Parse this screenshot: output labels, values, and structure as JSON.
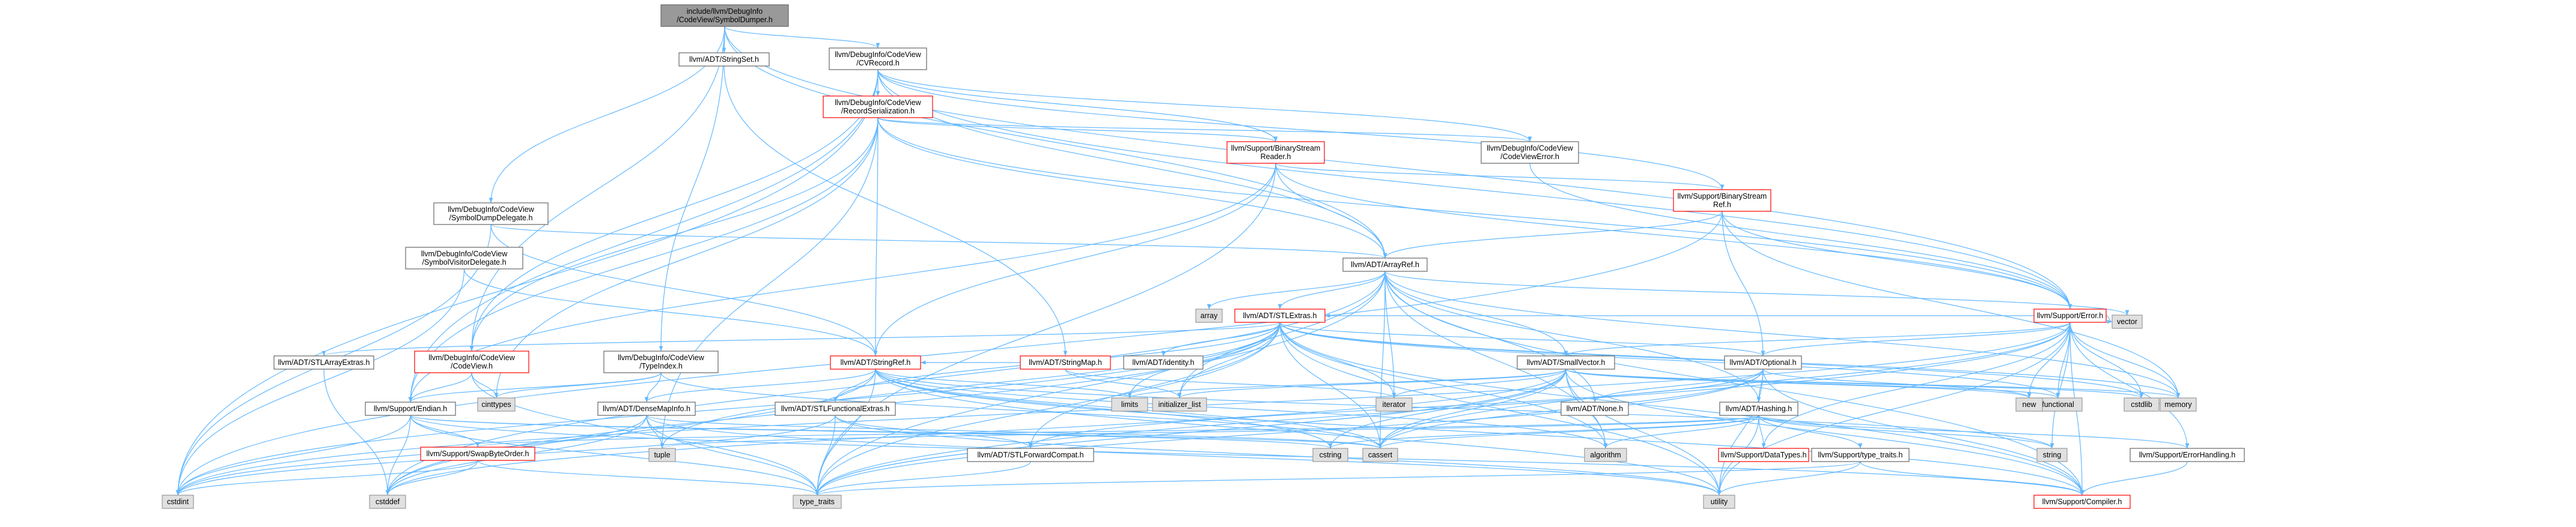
{
  "graph": {
    "colors": {
      "edge": "#63b8ff",
      "root_fill": "#999999",
      "header_fill": "#ffffff",
      "header_stroke": "#666666",
      "incomplete_stroke": "#ff0000",
      "system_fill": "#e0e0e0",
      "system_stroke": "#999999"
    },
    "nodes": [
      {
        "id": "root",
        "kind": "root",
        "lines": [
          "include/llvm/DebugInfo",
          "/CodeView/SymbolDumper.h"
        ]
      },
      {
        "id": "stringset",
        "kind": "header",
        "lines": [
          "llvm/ADT/StringSet.h"
        ]
      },
      {
        "id": "cvrecord",
        "kind": "header",
        "lines": [
          "llvm/DebugInfo/CodeView",
          "/CVRecord.h"
        ]
      },
      {
        "id": "recser",
        "kind": "incomplete",
        "lines": [
          "llvm/DebugInfo/CodeView",
          "/RecordSerialization.h"
        ]
      },
      {
        "id": "bsreader",
        "kind": "incomplete",
        "lines": [
          "llvm/Support/BinaryStream",
          "Reader.h"
        ]
      },
      {
        "id": "cverror",
        "kind": "header",
        "lines": [
          "llvm/DebugInfo/CodeView",
          "/CodeViewError.h"
        ]
      },
      {
        "id": "bsref",
        "kind": "incomplete",
        "lines": [
          "llvm/Support/BinaryStream",
          "Ref.h"
        ]
      },
      {
        "id": "symdumpdel",
        "kind": "header",
        "lines": [
          "llvm/DebugInfo/CodeView",
          "/SymbolDumpDelegate.h"
        ]
      },
      {
        "id": "arrayref",
        "kind": "header",
        "lines": [
          "llvm/ADT/ArrayRef.h"
        ]
      },
      {
        "id": "error",
        "kind": "incomplete",
        "lines": [
          "llvm/Support/Error.h"
        ]
      },
      {
        "id": "symvisdel",
        "kind": "header",
        "lines": [
          "llvm/DebugInfo/CodeView",
          "/SymbolVisitorDelegate.h"
        ]
      },
      {
        "id": "array",
        "kind": "system",
        "lines": [
          "array"
        ]
      },
      {
        "id": "stlextras",
        "kind": "incomplete",
        "lines": [
          "llvm/ADT/STLExtras.h"
        ]
      },
      {
        "id": "vector",
        "kind": "system",
        "lines": [
          "vector"
        ]
      },
      {
        "id": "stlarrayext",
        "kind": "header",
        "lines": [
          "llvm/ADT/STLArrayExtras.h"
        ]
      },
      {
        "id": "codeview",
        "kind": "incomplete",
        "lines": [
          "llvm/DebugInfo/CodeView",
          "/CodeView.h"
        ]
      },
      {
        "id": "typeindex",
        "kind": "header",
        "lines": [
          "llvm/DebugInfo/CodeView",
          "/TypeIndex.h"
        ]
      },
      {
        "id": "stringref",
        "kind": "incomplete",
        "lines": [
          "llvm/ADT/StringRef.h"
        ]
      },
      {
        "id": "stringmap",
        "kind": "incomplete",
        "lines": [
          "llvm/ADT/StringMap.h"
        ]
      },
      {
        "id": "identity",
        "kind": "header",
        "lines": [
          "llvm/ADT/identity.h"
        ]
      },
      {
        "id": "optional",
        "kind": "header",
        "lines": [
          "llvm/ADT/Optional.h"
        ]
      },
      {
        "id": "smallvector",
        "kind": "header",
        "lines": [
          "llvm/ADT/SmallVector.h"
        ]
      },
      {
        "id": "cinttypes",
        "kind": "system",
        "lines": [
          "cinttypes"
        ]
      },
      {
        "id": "limits",
        "kind": "system",
        "lines": [
          "limits"
        ]
      },
      {
        "id": "initlist",
        "kind": "system",
        "lines": [
          "initializer_list"
        ]
      },
      {
        "id": "iterator",
        "kind": "system",
        "lines": [
          "iterator"
        ]
      },
      {
        "id": "functional",
        "kind": "system",
        "lines": [
          "functional"
        ]
      },
      {
        "id": "new",
        "kind": "system",
        "lines": [
          "new"
        ]
      },
      {
        "id": "cstdlib",
        "kind": "system",
        "lines": [
          "cstdlib"
        ]
      },
      {
        "id": "memory",
        "kind": "system",
        "lines": [
          "memory"
        ]
      },
      {
        "id": "endian",
        "kind": "header",
        "lines": [
          "llvm/Support/Endian.h"
        ]
      },
      {
        "id": "densemapinfo",
        "kind": "header",
        "lines": [
          "llvm/ADT/DenseMapInfo.h"
        ]
      },
      {
        "id": "stlfuncext",
        "kind": "header",
        "lines": [
          "llvm/ADT/STLFunctionalExtras.h"
        ]
      },
      {
        "id": "none",
        "kind": "header",
        "lines": [
          "llvm/ADT/None.h"
        ]
      },
      {
        "id": "hashing",
        "kind": "header",
        "lines": [
          "llvm/ADT/Hashing.h"
        ]
      },
      {
        "id": "swapbyte",
        "kind": "incomplete",
        "lines": [
          "llvm/Support/SwapByteOrder.h"
        ]
      },
      {
        "id": "tuple",
        "kind": "system",
        "lines": [
          "tuple"
        ]
      },
      {
        "id": "cstring",
        "kind": "system",
        "lines": [
          "cstring"
        ]
      },
      {
        "id": "cassert",
        "kind": "system",
        "lines": [
          "cassert"
        ]
      },
      {
        "id": "algorithm",
        "kind": "system",
        "lines": [
          "algorithm"
        ]
      },
      {
        "id": "stlfwdcompat",
        "kind": "header",
        "lines": [
          "llvm/ADT/STLForwardCompat.h"
        ]
      },
      {
        "id": "datatypes",
        "kind": "incomplete",
        "lines": [
          "llvm/Support/DataTypes.h"
        ]
      },
      {
        "id": "typetraitsh",
        "kind": "header",
        "lines": [
          "llvm/Support/type_traits.h"
        ]
      },
      {
        "id": "string",
        "kind": "system",
        "lines": [
          "string"
        ]
      },
      {
        "id": "errhandling",
        "kind": "header",
        "lines": [
          "llvm/Support/ErrorHandling.h"
        ]
      },
      {
        "id": "cstdint",
        "kind": "system",
        "lines": [
          "cstdint"
        ]
      },
      {
        "id": "cstddef",
        "kind": "system",
        "lines": [
          "cstddef"
        ]
      },
      {
        "id": "type_traits",
        "kind": "system",
        "lines": [
          "type_traits"
        ]
      },
      {
        "id": "utility",
        "kind": "system",
        "lines": [
          "utility"
        ]
      },
      {
        "id": "compiler",
        "kind": "incomplete",
        "lines": [
          "llvm/Support/Compiler.h"
        ]
      }
    ],
    "edges": [
      [
        "root",
        "stringset"
      ],
      [
        "root",
        "cvrecord"
      ],
      [
        "root",
        "symdumpdel"
      ],
      [
        "root",
        "codeview"
      ],
      [
        "root",
        "typeindex"
      ],
      [
        "root",
        "arrayref"
      ],
      [
        "root",
        "error"
      ],
      [
        "stringset",
        "stringmap"
      ],
      [
        "cvrecord",
        "recser"
      ],
      [
        "cvrecord",
        "bsreader"
      ],
      [
        "cvrecord",
        "bsref"
      ],
      [
        "cvrecord",
        "cverror"
      ],
      [
        "cvrecord",
        "arrayref"
      ],
      [
        "cvrecord",
        "error"
      ],
      [
        "cvrecord",
        "cstdint"
      ],
      [
        "cvrecord",
        "codeview"
      ],
      [
        "cvrecord",
        "endian"
      ],
      [
        "recser",
        "bsreader"
      ],
      [
        "recser",
        "cverror"
      ],
      [
        "recser",
        "arrayref"
      ],
      [
        "recser",
        "stringref"
      ],
      [
        "recser",
        "codeview"
      ],
      [
        "recser",
        "endian"
      ],
      [
        "recser",
        "error"
      ],
      [
        "recser",
        "cinttypes"
      ],
      [
        "recser",
        "tuple"
      ],
      [
        "bsreader",
        "arrayref"
      ],
      [
        "bsreader",
        "stringref"
      ],
      [
        "bsreader",
        "bsref"
      ],
      [
        "bsreader",
        "endian"
      ],
      [
        "bsreader",
        "error"
      ],
      [
        "bsreader",
        "type_traits"
      ],
      [
        "cverror",
        "error"
      ],
      [
        "bsref",
        "arrayref"
      ],
      [
        "bsref",
        "optional"
      ],
      [
        "bsref",
        "error"
      ],
      [
        "bsref",
        "cstdint"
      ],
      [
        "bsref",
        "memory"
      ],
      [
        "symdumpdel",
        "arrayref"
      ],
      [
        "symdumpdel",
        "stringref"
      ],
      [
        "symdumpdel",
        "cstdint"
      ],
      [
        "symvisdel",
        "stringref"
      ],
      [
        "symvisdel",
        "cstdint"
      ],
      [
        "arrayref",
        "array"
      ],
      [
        "arrayref",
        "stlextras"
      ],
      [
        "arrayref",
        "smallvector"
      ],
      [
        "arrayref",
        "compiler"
      ],
      [
        "arrayref",
        "algorithm"
      ],
      [
        "arrayref",
        "cassert"
      ],
      [
        "arrayref",
        "cstddef"
      ],
      [
        "arrayref",
        "initlist"
      ],
      [
        "arrayref",
        "iterator"
      ],
      [
        "arrayref",
        "memory"
      ],
      [
        "arrayref",
        "type_traits"
      ],
      [
        "arrayref",
        "vector"
      ],
      [
        "arrayref",
        "hashing"
      ],
      [
        "arrayref",
        "none"
      ],
      [
        "error",
        "errhandling"
      ],
      [
        "error",
        "compiler"
      ],
      [
        "error",
        "datatypes"
      ],
      [
        "error",
        "cassert"
      ],
      [
        "error",
        "cstdint"
      ],
      [
        "error",
        "cstdlib"
      ],
      [
        "error",
        "functional"
      ],
      [
        "error",
        "memory"
      ],
      [
        "error",
        "new"
      ],
      [
        "error",
        "optional"
      ],
      [
        "error",
        "string"
      ],
      [
        "error",
        "system_error"
      ],
      [
        "error",
        "type_traits"
      ],
      [
        "error",
        "utility"
      ],
      [
        "error",
        "vector"
      ],
      [
        "error",
        "smallvector"
      ],
      [
        "error",
        "stlextras"
      ],
      [
        "stlextras",
        "stlarrayext"
      ],
      [
        "stlextras",
        "stlfwdcompat"
      ],
      [
        "stlextras",
        "stlfuncext"
      ],
      [
        "stlextras",
        "identity"
      ],
      [
        "stlextras",
        "compiler"
      ],
      [
        "stlextras",
        "algorithm"
      ],
      [
        "stlextras",
        "cassert"
      ],
      [
        "stlextras",
        "cstddef"
      ],
      [
        "stlextras",
        "cstdint"
      ],
      [
        "stlextras",
        "cstdlib"
      ],
      [
        "stlextras",
        "functional"
      ],
      [
        "stlextras",
        "initlist"
      ],
      [
        "stlextras",
        "iterator"
      ],
      [
        "stlextras",
        "limits"
      ],
      [
        "stlextras",
        "memory"
      ],
      [
        "stlextras",
        "tuple"
      ],
      [
        "stlextras",
        "type_traits"
      ],
      [
        "stlextras",
        "utility"
      ],
      [
        "stlextras",
        "optional"
      ],
      [
        "stlarrayext",
        "cstddef"
      ],
      [
        "codeview",
        "endian"
      ],
      [
        "codeview",
        "cinttypes"
      ],
      [
        "codeview",
        "type_traits"
      ],
      [
        "typeindex",
        "endian"
      ],
      [
        "typeindex",
        "cinttypes"
      ],
      [
        "typeindex",
        "densemapinfo"
      ],
      [
        "typeindex",
        "cassert"
      ],
      [
        "stringref",
        "densemapinfo"
      ],
      [
        "stringref",
        "stlfuncext"
      ],
      [
        "stringref",
        "compiler"
      ],
      [
        "stringref",
        "algorithm"
      ],
      [
        "stringref",
        "cassert"
      ],
      [
        "stringref",
        "cstddef"
      ],
      [
        "stringref",
        "cstring"
      ],
      [
        "stringref",
        "limits"
      ],
      [
        "stringref",
        "string"
      ],
      [
        "stringref",
        "type_traits"
      ],
      [
        "stringref",
        "utility"
      ],
      [
        "stringmap",
        "stringref"
      ],
      [
        "stringmap",
        "initlist"
      ],
      [
        "stringmap",
        "iterator"
      ],
      [
        "optional",
        "none"
      ],
      [
        "optional",
        "stlfwdcompat"
      ],
      [
        "optional",
        "hashing"
      ],
      [
        "optional",
        "type_traits"
      ],
      [
        "optional",
        "compiler"
      ],
      [
        "optional",
        "cassert"
      ],
      [
        "optional",
        "new"
      ],
      [
        "optional",
        "utility"
      ],
      [
        "smallvector",
        "compiler"
      ],
      [
        "smallvector",
        "type_traits"
      ],
      [
        "smallvector",
        "algorithm"
      ],
      [
        "smallvector",
        "cassert"
      ],
      [
        "smallvector",
        "cstddef"
      ],
      [
        "smallvector",
        "cstdlib"
      ],
      [
        "smallvector",
        "cstring"
      ],
      [
        "smallvector",
        "functional"
      ],
      [
        "smallvector",
        "initlist"
      ],
      [
        "smallvector",
        "iterator"
      ],
      [
        "smallvector",
        "limits"
      ],
      [
        "smallvector",
        "memory"
      ],
      [
        "smallvector",
        "new"
      ],
      [
        "smallvector",
        "type_traits"
      ],
      [
        "smallvector",
        "utility"
      ],
      [
        "endian",
        "swapbyte"
      ],
      [
        "endian",
        "compiler"
      ],
      [
        "endian",
        "cassert"
      ],
      [
        "endian",
        "cstddef"
      ],
      [
        "endian",
        "cstdint"
      ],
      [
        "endian",
        "cstring"
      ],
      [
        "endian",
        "type_traits"
      ],
      [
        "densemapinfo",
        "cassert"
      ],
      [
        "densemapinfo",
        "cstddef"
      ],
      [
        "densemapinfo",
        "cstdint"
      ],
      [
        "densemapinfo",
        "tuple"
      ],
      [
        "densemapinfo",
        "type_traits"
      ],
      [
        "densemapinfo",
        "utility"
      ],
      [
        "stlfuncext",
        "stlfwdcompat"
      ],
      [
        "stlfuncext",
        "cstdint"
      ],
      [
        "stlfuncext",
        "type_traits"
      ],
      [
        "stlfuncext",
        "utility"
      ],
      [
        "hashing",
        "errhandling"
      ],
      [
        "hashing",
        "swapbyte"
      ],
      [
        "hashing",
        "datatypes"
      ],
      [
        "hashing",
        "typetraitsh"
      ],
      [
        "hashing",
        "algorithm"
      ],
      [
        "hashing",
        "cassert"
      ],
      [
        "hashing",
        "cstring"
      ],
      [
        "hashing",
        "string"
      ],
      [
        "hashing",
        "tuple"
      ],
      [
        "hashing",
        "utility"
      ],
      [
        "swapbyte",
        "cstddef"
      ],
      [
        "swapbyte",
        "cstdint"
      ],
      [
        "swapbyte",
        "type_traits"
      ],
      [
        "stlfwdcompat",
        "type_traits"
      ],
      [
        "typetraitsh",
        "compiler"
      ],
      [
        "typetraitsh",
        "type_traits"
      ],
      [
        "typetraitsh",
        "utility"
      ],
      [
        "errhandling",
        "compiler"
      ]
    ]
  }
}
